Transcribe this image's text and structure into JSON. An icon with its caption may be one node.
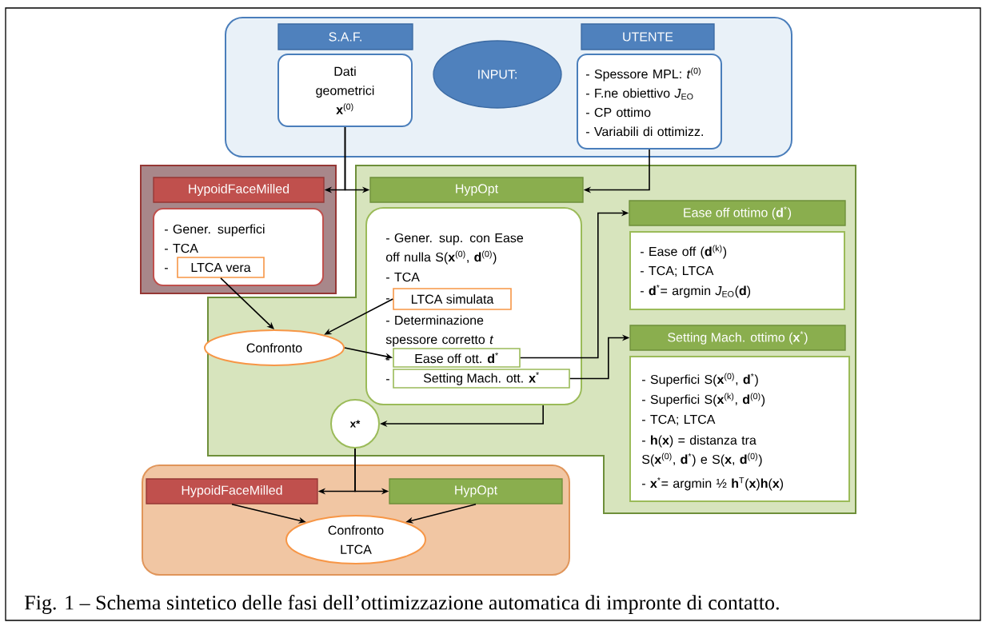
{
  "diagram": {
    "caption": "Fig. 1 – Schema sintetico delle fasi dell’ottimizzazione automatica di impronte di contatto.",
    "nodes": [
      {
        "text": [],
        "shape": "box"
      },
      {
        "text": [
          "S.A.F."
        ],
        "in": 0
      },
      {
        "text": [
          "Dati geometrici **x**$^{(0)}$"
        ],
        "in": 0
      },
      {
        "text": [
          "INPUT:"
        ],
        "in": 0
      },
      {
        "text": [
          "UTENTE"
        ],
        "in": 0
      },
      {
        "text": [
          "- Spessore MPL: *t*$^{(0)}$",
          "- F.ne obiettivo *J*$_{EO}$",
          "- CP ottimo",
          "- Variabili di ottimizz."
        ],
        "in": 0
      },
      {
        "text": [],
        "shape": "box"
      },
      {
        "text": [
          "HypoidFaceMilled"
        ],
        "in": 6
      },
      {
        "text": [
          "- Gener. superfici",
          "- TCA",
          "-"
        ],
        "in": 6
      },
      {
        "text": [
          "LTCA vera"
        ],
        "in": 8
      },
      {
        "text": [],
        "shape": "box"
      },
      {
        "text": [
          "HypOpt"
        ],
        "in": 10
      },
      {
        "text": [
          "- Gener. sup. con Ease off nulla S(**x**$^{(0)}$, **d**$^{(0)}$)",
          "- TCA",
          "-",
          "- Determinazione spessore corretto *t*",
          "-",
          "-"
        ],
        "in": 10
      },
      {
        "text": [
          "LTCA simulata"
        ],
        "in": 12
      },
      {
        "text": [
          "Ease off ott. **d**$^{*}$"
        ],
        "in": 12
      },
      {
        "text": [
          "Setting Mach. ott. **x**$^{*}$"
        ],
        "in": 12
      },
      {
        "text": [
          "Confronto"
        ],
        "in": 10
      },
      {
        "text": [
          "x*"
        ],
        "in": 10
      },
      {
        "text": [
          "Ease off ottimo (**d**$^{*}$)"
        ],
        "in": 10
      },
      {
        "text": [
          "- Ease off (**d**$^{(k)}$)",
          "- TCA; LTCA",
          "- **d**$^{*}$= argmin *J*$_{EO}$(**d**)"
        ],
        "in": 10
      },
      {
        "text": [
          "Setting Mach. ottimo (**x**$^{*}$)"
        ],
        "in": 10
      },
      {
        "text": [
          "- Superfici S(**x**$^{(0)}$, **d**$^{*}$)",
          "- Superfici S(**x**$^{(k)}$, **d**$^{(0)}$)",
          "- TCA; LTCA",
          "- **h**(**x**) = distanza tra S(**x**$^{(0)}$, **d**$^{*}$) e S(**x**, **d**$^{(0)}$)",
          "- **x**$^{*}$= argmin ½ **h**$^{T}$(**x**)**h**(**x**)"
        ],
        "in": 10
      },
      {
        "text": [],
        "shape": "box"
      },
      {
        "text": [
          "HypoidFaceMilled"
        ],
        "in": 22
      },
      {
        "text": [
          "HypOpt"
        ],
        "in": 22
      },
      {
        "text": [
          "Confronto LTCA"
        ],
        "in": 22
      }
    ],
    "edges": [
      {
        "from": 2,
        "to": 7,
        "arrow": "to"
      },
      {
        "from": 2,
        "to": 11,
        "arrow": "to"
      },
      {
        "from": 5,
        "to": 11,
        "arrow": "to"
      },
      {
        "from": 9,
        "to": 16,
        "arrow": "to"
      },
      {
        "from": 13,
        "to": 16,
        "arrow": "to"
      },
      {
        "from": 16,
        "to": 14,
        "arrow": "to"
      },
      {
        "from": 14,
        "to": 18,
        "arrow": "to"
      },
      {
        "from": 15,
        "to": 20,
        "arrow": "to"
      },
      {
        "from": 12,
        "to": 17,
        "arrow": "to"
      },
      {
        "from": 17,
        "to": 23,
        "arrow": "to"
      },
      {
        "from": 17,
        "to": 24,
        "arrow": "to"
      },
      {
        "from": 23,
        "to": 25,
        "arrow": "to"
      },
      {
        "from": 24,
        "to": 25,
        "arrow": "to"
      }
    ]
  }
}
